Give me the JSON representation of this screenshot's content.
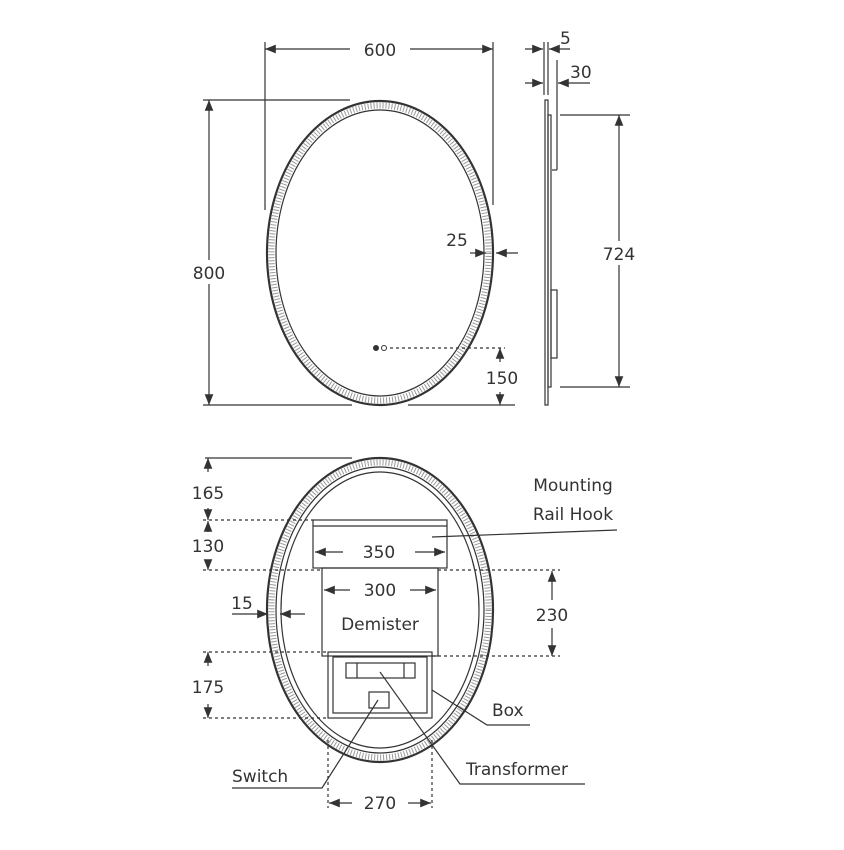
{
  "front_view": {
    "width": "600",
    "height": "800",
    "border": "25",
    "sensor_height": "150"
  },
  "side_view": {
    "glass": "5",
    "depth": "30",
    "rail_span": "724"
  },
  "rear_view": {
    "top_offset": "165",
    "rail_height": "130",
    "rail_width": "350",
    "demister_width": "300",
    "demister_height": "230",
    "demister_label": "Demister",
    "frame_inset": "15",
    "box_offset": "175",
    "box_spacing": "270",
    "labels": {
      "mounting_rail_hook_line1": "Mounting",
      "mounting_rail_hook_line2": "Rail Hook",
      "box": "Box",
      "transformer": "Transformer",
      "switch": "Switch"
    }
  }
}
